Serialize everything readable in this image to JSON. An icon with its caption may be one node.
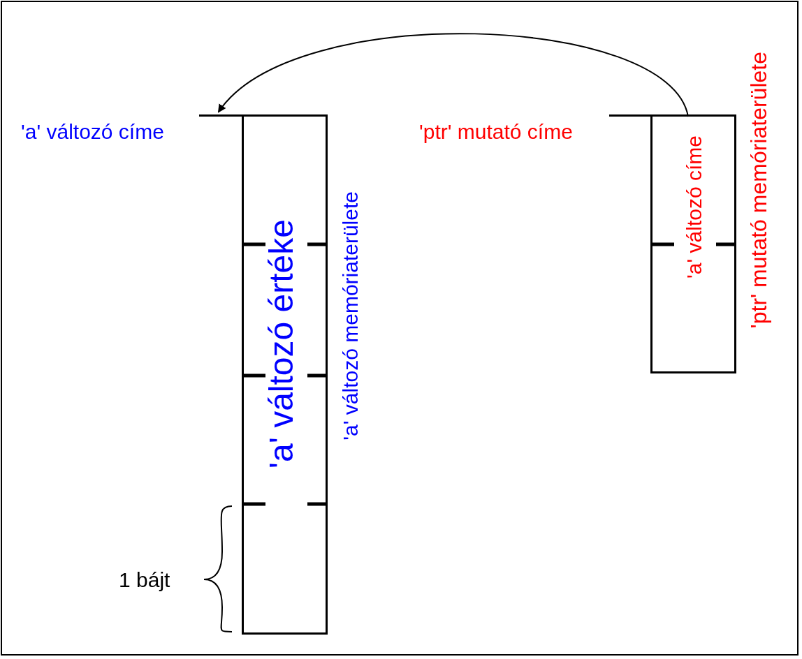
{
  "diagram": {
    "nodes": [
      {
        "text": [
          "'a' változó értéke"
        ],
        "beside": [
          "'a' változó memóriaterülete"
        ]
      },
      {
        "text": [
          "'a' változó címe"
        ],
        "beside": [
          "'ptr' mutató memóriaterülete"
        ]
      }
    ],
    "edges": [
      {
        "from": 1,
        "to": 0,
        "arrow": "to"
      }
    ],
    "labels": [
      "'a' változó címe",
      "'ptr' mutató címe",
      "1 bájt"
    ]
  }
}
